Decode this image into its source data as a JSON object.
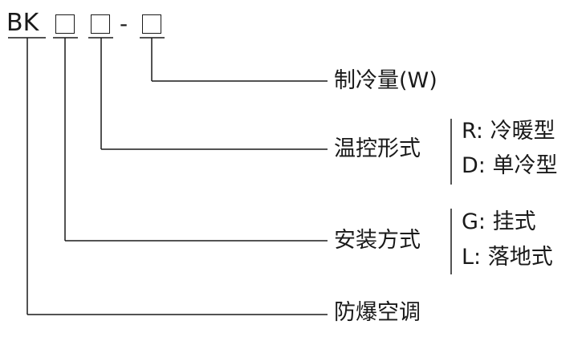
{
  "code": {
    "prefix": "BK",
    "separator": "-"
  },
  "fields": [
    {
      "label": "制冷量(W)",
      "options": []
    },
    {
      "label": "温控形式",
      "options": [
        "R: 冷暖型",
        "D: 单冷型"
      ]
    },
    {
      "label": "安装方式",
      "options": [
        "G: 挂式",
        "L: 落地式"
      ]
    },
    {
      "label": "防爆空调",
      "options": []
    }
  ]
}
